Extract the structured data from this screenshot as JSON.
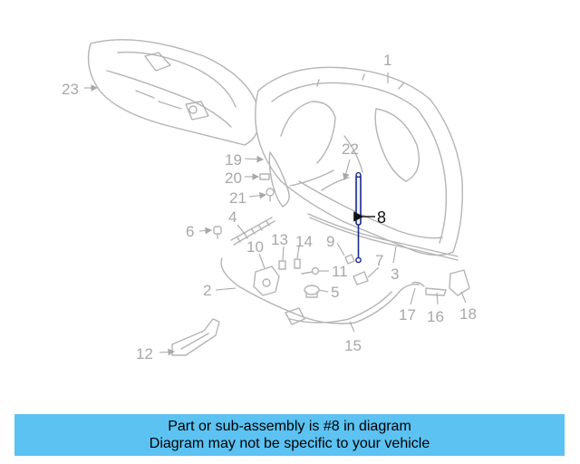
{
  "callouts": [
    "1",
    "2",
    "3",
    "4",
    "5",
    "6",
    "7",
    "8",
    "9",
    "10",
    "11",
    "12",
    "13",
    "14",
    "15",
    "16",
    "17",
    "18",
    "19",
    "20",
    "21",
    "22",
    "23"
  ],
  "highlight_part": "8",
  "banner": {
    "line1": "Part or sub-assembly is #8 in diagram",
    "line2": "Diagram may not be specific to your vehicle"
  },
  "colors": {
    "banner": "#5bc2f2",
    "highlight": "#1a2a8a",
    "line_art": "#b4b4b4"
  }
}
